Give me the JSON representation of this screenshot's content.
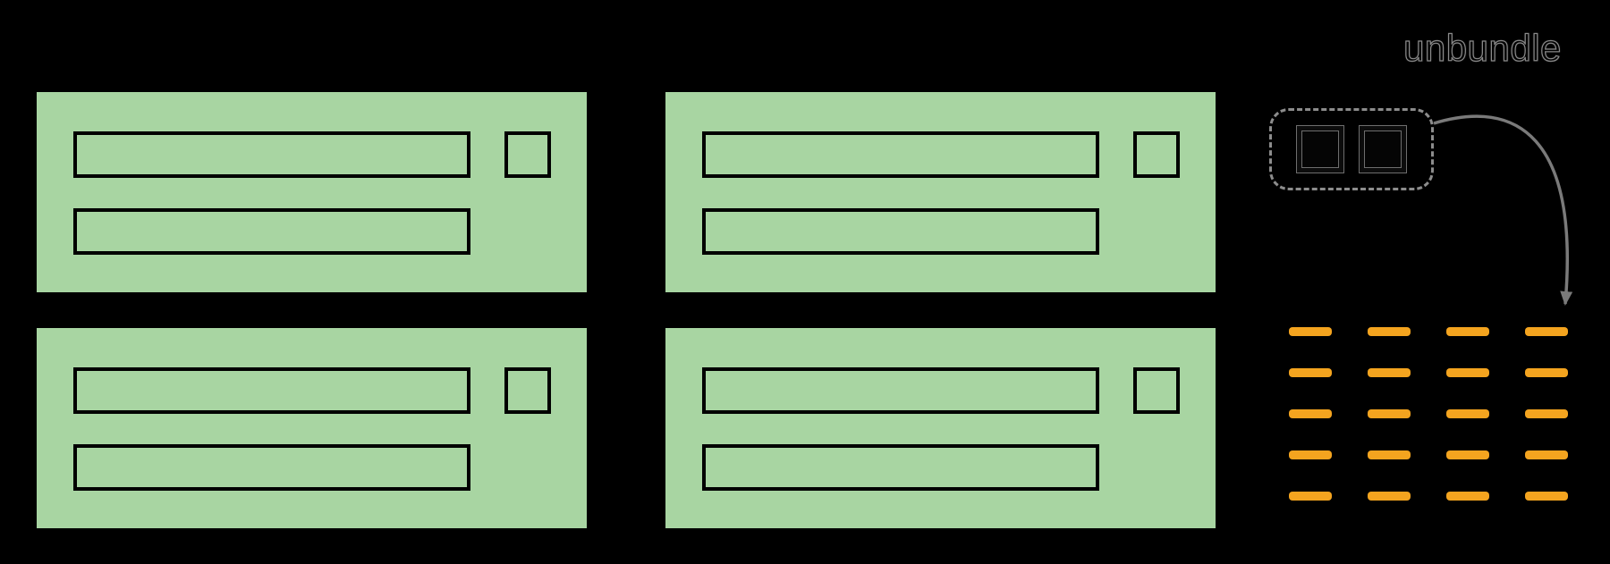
{
  "figure": {
    "type": "diagram",
    "description": "Four green request blocks; an unbundle operation splits bundled token squares into a grid of orange token dashes"
  },
  "labels": {
    "unbundle": "unbundle"
  },
  "colors": {
    "background": "#000000",
    "panel-green": "#a8d5a2",
    "bar-outline": "#000000",
    "dashed-gray": "#8c8c8c",
    "arrow-gray": "#7a7a7a",
    "token-orange": "#f4a41f"
  },
  "panels": [
    {
      "position": "top-left"
    },
    {
      "position": "top-right"
    },
    {
      "position": "bottom-left"
    },
    {
      "position": "bottom-right"
    }
  ],
  "panel_contents": {
    "bars_per_panel": 2,
    "small_squares_per_panel": 1
  },
  "unbundle_box": {
    "token_count": 2
  },
  "token_grid": {
    "rows": 5,
    "cols": 4
  }
}
